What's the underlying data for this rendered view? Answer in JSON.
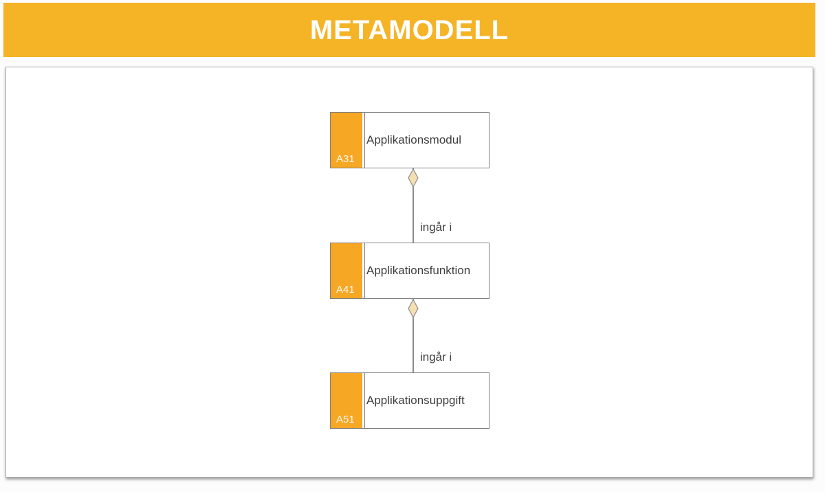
{
  "header": {
    "title": "METAMODELL",
    "background_color": "#F5B326",
    "text_color": "#FFFFFF"
  },
  "diagram": {
    "nodes": [
      {
        "code": "A31",
        "label": "Applikationsmodul"
      },
      {
        "code": "A41",
        "label": "Applikationsfunktion"
      },
      {
        "code": "A51",
        "label": "Applikationsuppgift"
      }
    ],
    "relations": [
      {
        "label": "ingår i",
        "type": "aggregation",
        "from": "A41",
        "to": "A31"
      },
      {
        "label": "ingår i",
        "type": "aggregation",
        "from": "A51",
        "to": "A41"
      }
    ],
    "colors": {
      "entity_tab": "#F6A724",
      "entity_border": "#7F7F7F",
      "entity_text": "#3F3F3F",
      "code_text": "#FFFFFF",
      "diamond_fill": "#F5DFB2",
      "diamond_stroke": "#8C8C8C",
      "connector_line": "#8C8C8C"
    }
  }
}
